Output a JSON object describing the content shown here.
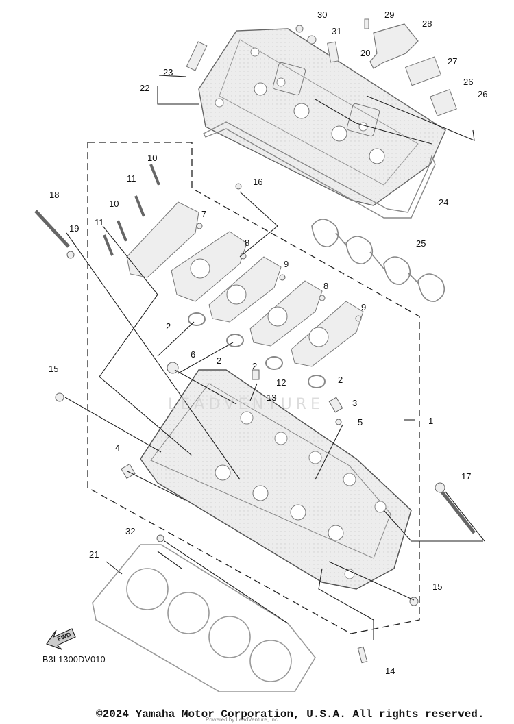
{
  "diagram": {
    "callouts": [
      "1",
      "2",
      "3",
      "4",
      "5",
      "6",
      "7",
      "8",
      "9",
      "10",
      "11",
      "12",
      "13",
      "14",
      "15",
      "16",
      "17",
      "18",
      "19",
      "20",
      "21",
      "22",
      "23",
      "24",
      "25",
      "26",
      "27",
      "28",
      "29",
      "30",
      "31",
      "32"
    ],
    "drawing_code": "B3L1300DV010",
    "forward_indicator": "FWD",
    "watermark": "LEADVENTURE",
    "copyright": "©2024 Yamaha Motor Corporation, U.S.A. All rights reserved.",
    "powered_by": "Powered by LeadVenture, Inc."
  },
  "colors": {
    "line": "#1a1a1a",
    "part_fill": "#e8e8e8",
    "part_stroke": "#555555",
    "gasket": "#9a9a9a"
  }
}
